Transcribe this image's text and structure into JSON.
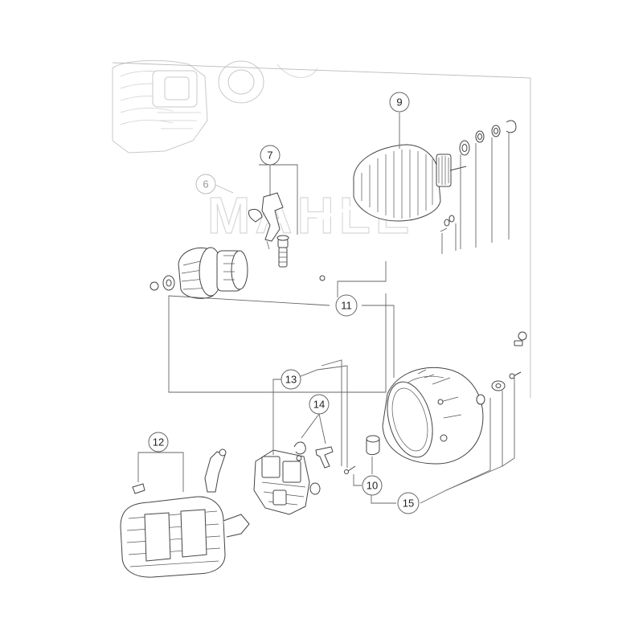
{
  "diagram": {
    "watermark": "MAHLE",
    "callouts": [
      {
        "id": "c6",
        "label": "6"
      },
      {
        "id": "c7",
        "label": "7"
      },
      {
        "id": "c9",
        "label": "9"
      },
      {
        "id": "c10",
        "label": "10"
      },
      {
        "id": "c11",
        "label": "11"
      },
      {
        "id": "c12",
        "label": "12"
      },
      {
        "id": "c13",
        "label": "13"
      },
      {
        "id": "c14",
        "label": "14"
      },
      {
        "id": "c15",
        "label": "15"
      }
    ]
  }
}
